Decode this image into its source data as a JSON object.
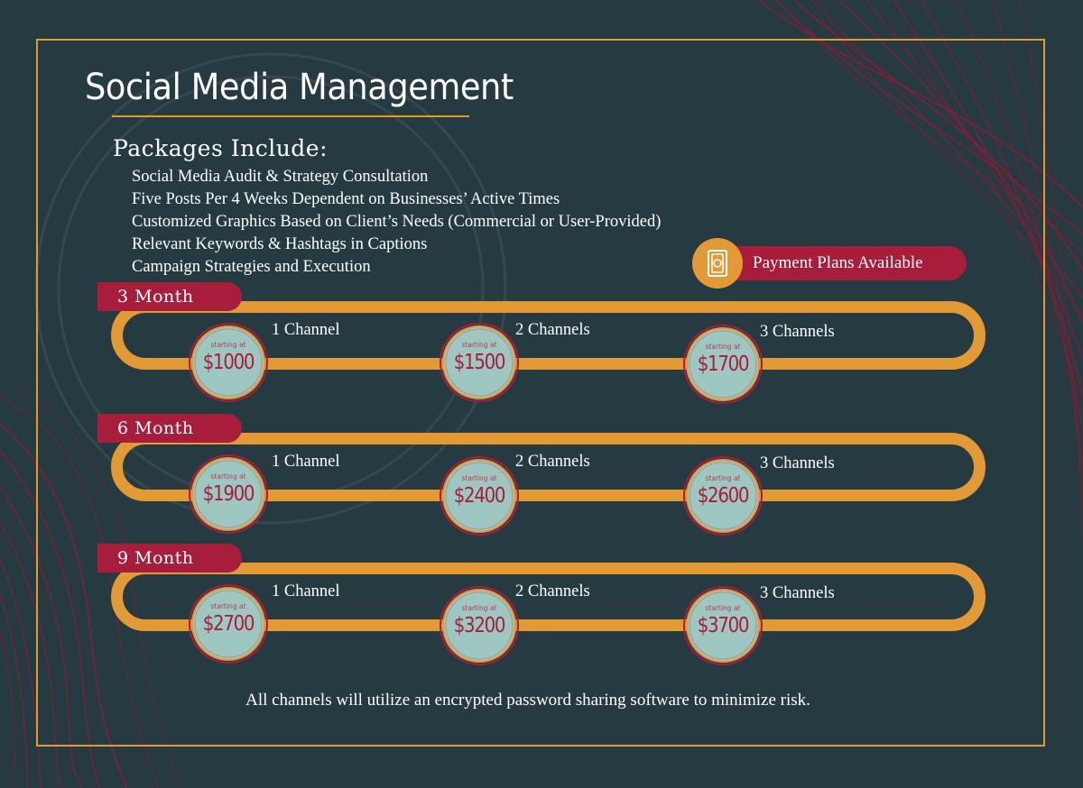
{
  "title": "Social Media Management",
  "packages_heading": "Packages Include:",
  "features": [
    "Social Media Audit & Strategy Consultation",
    "Five Posts Per 4 Weeks Dependent on Businesses’ Active Times",
    "Customized Graphics Based on Client’s Needs (Commercial or User-Provided)",
    "Relevant Keywords & Hashtags in Captions",
    "Campaign Strategies and Execution"
  ],
  "payment_plans": "Payment Plans Available",
  "icons": {
    "payment": "money-bill-icon"
  },
  "tiers": [
    {
      "label": "3 Month",
      "options": [
        {
          "channels": "1 Channel",
          "caption": "starting at",
          "price": "$1000"
        },
        {
          "channels": "2 Channels",
          "caption": "starting at",
          "price": "$1500"
        },
        {
          "channels": "3 Channels",
          "caption": "starting at",
          "price": "$1700"
        }
      ]
    },
    {
      "label": "6 Month",
      "options": [
        {
          "channels": "1 Channel",
          "caption": "starting at",
          "price": "$1900"
        },
        {
          "channels": "2 Channels",
          "caption": "starting at",
          "price": "$2400"
        },
        {
          "channels": "3 Channels",
          "caption": "starting at",
          "price": "$2600"
        }
      ]
    },
    {
      "label": "9 Month",
      "options": [
        {
          "channels": "1 Channel",
          "caption": "starting at",
          "price": "$2700"
        },
        {
          "channels": "2 Channels",
          "caption": "starting at",
          "price": "$3200"
        },
        {
          "channels": "3 Channels",
          "caption": "starting at",
          "price": "$3700"
        }
      ]
    }
  ],
  "footnote": "All channels will utilize an encrypted password sharing software to minimize risk.",
  "colors": {
    "background": "#263a42",
    "accent_gold": "#e19a36",
    "accent_red": "#a81c3c",
    "coin_fill": "#9ec7c1",
    "text": "#ffffff"
  }
}
